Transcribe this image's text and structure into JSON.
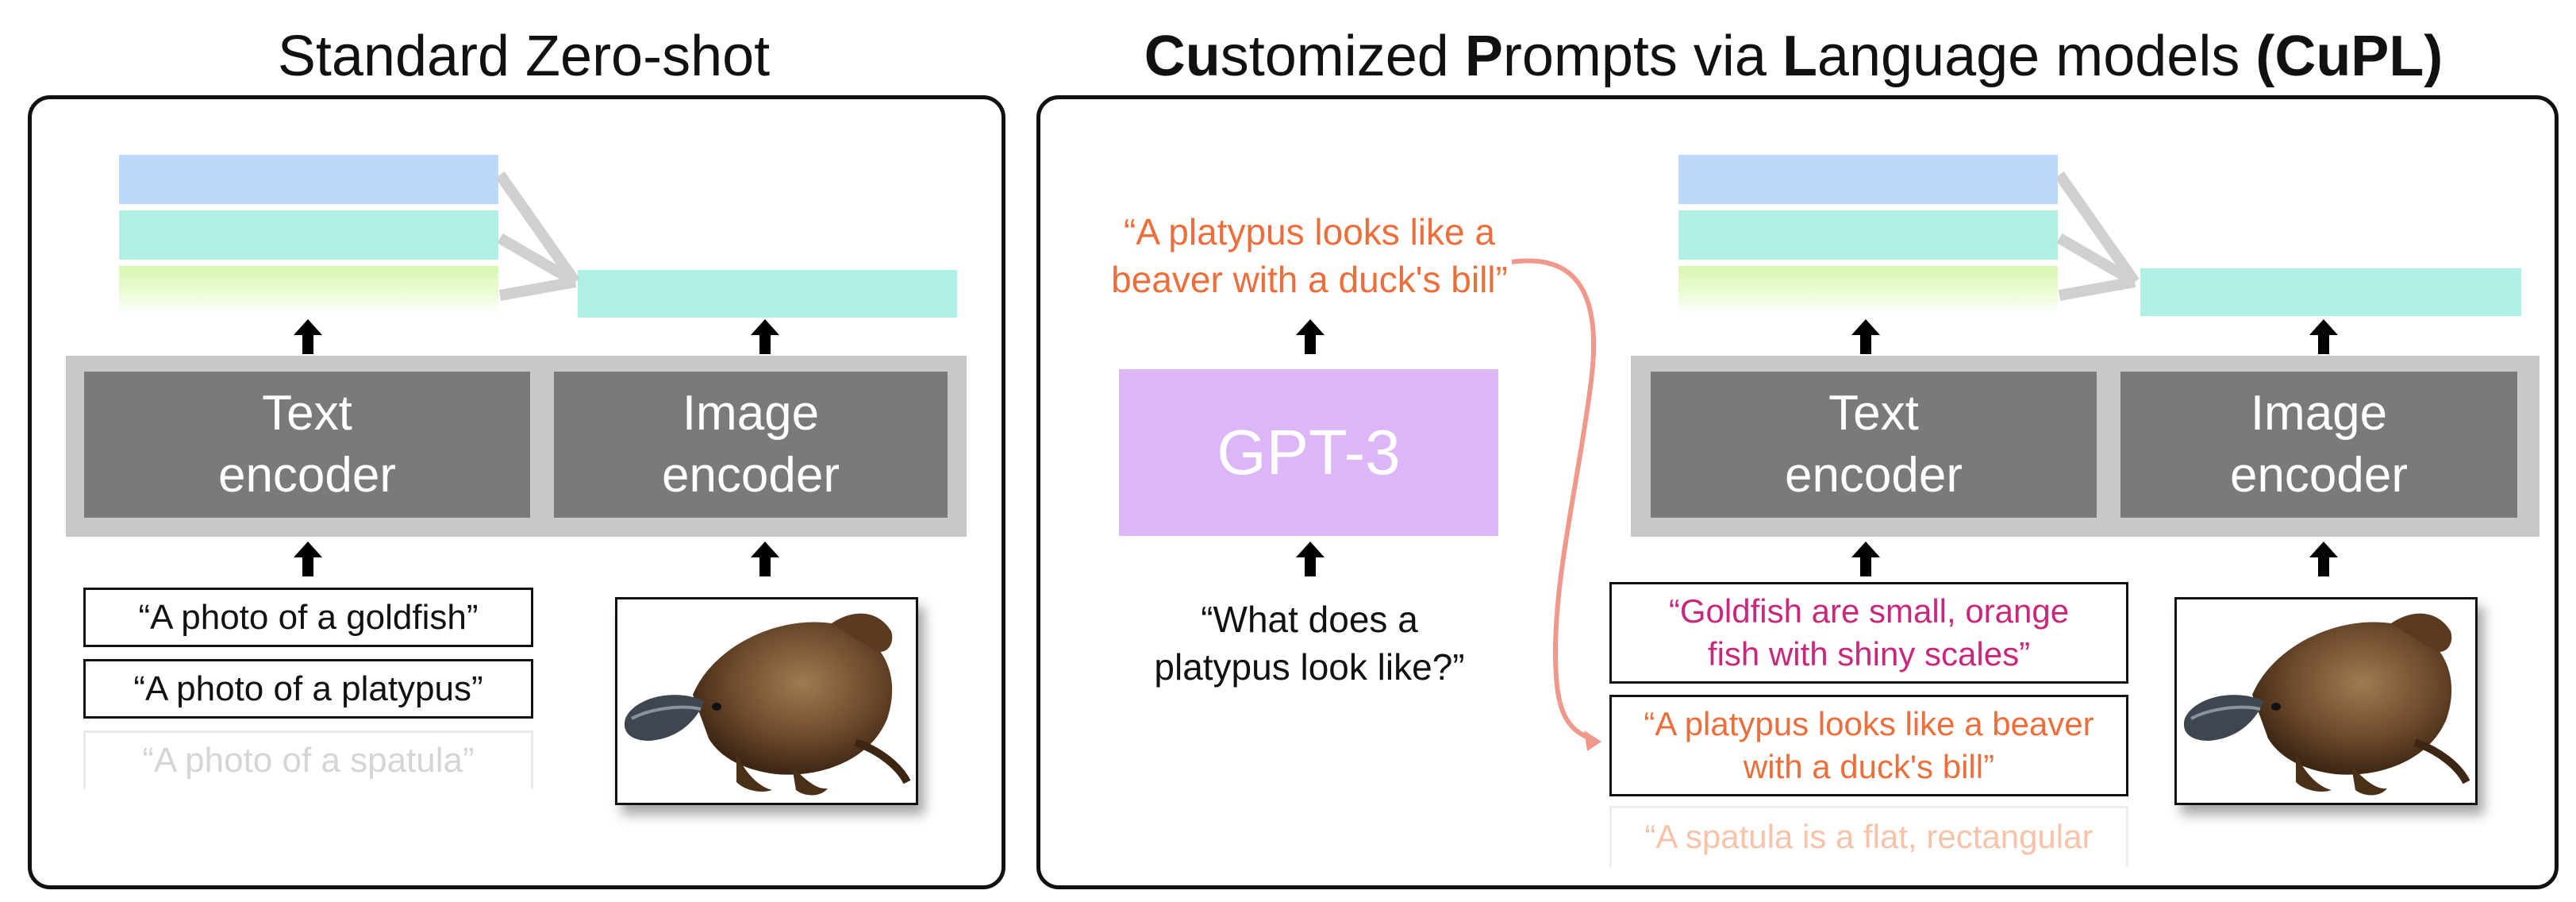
{
  "left": {
    "title": "Standard Zero-shot",
    "text_encoder": [
      "Text",
      "encoder"
    ],
    "image_encoder": [
      "Image",
      "encoder"
    ],
    "prompts": [
      "“A photo of a goldfish”",
      "“A photo of a platypus”",
      "“A photo of a spatula”"
    ]
  },
  "right": {
    "title_parts": [
      {
        "t": "Cu",
        "b": true
      },
      {
        "t": "stomized ",
        "b": false
      },
      {
        "t": "P",
        "b": true
      },
      {
        "t": "rompts via ",
        "b": false
      },
      {
        "t": "L",
        "b": true
      },
      {
        "t": "anguage models ",
        "b": false
      },
      {
        "t": "(CuPL)",
        "b": true
      }
    ],
    "gpt_output": [
      "“A platypus looks like a",
      "beaver with a duck's bill”"
    ],
    "gpt_label": "GPT-3",
    "question": [
      "“What does a",
      "platypus look like?”"
    ],
    "text_encoder": [
      "Text",
      "encoder"
    ],
    "image_encoder": [
      "Image",
      "encoder"
    ],
    "prompts": [
      [
        "“Goldfish are small, orange",
        "fish with shiny scales”"
      ],
      [
        "“A platypus looks like a beaver",
        "with a duck's bill”"
      ],
      [
        "“A spatula is a flat, rectangular"
      ]
    ]
  },
  "colors": {
    "blue": "#bcd8fb",
    "teal": "#b0efe4",
    "green": "#d8f7b0",
    "encoder": "#7a7a7a",
    "tray": "#c8c8c8",
    "gpt": "#dcb6f6",
    "orange": "#ec6e3a",
    "magenta": "#c8277c",
    "connector": "#f0988c"
  },
  "icons": [
    "up-arrow-icon",
    "platypus-image",
    "merge-arrow-icon"
  ]
}
